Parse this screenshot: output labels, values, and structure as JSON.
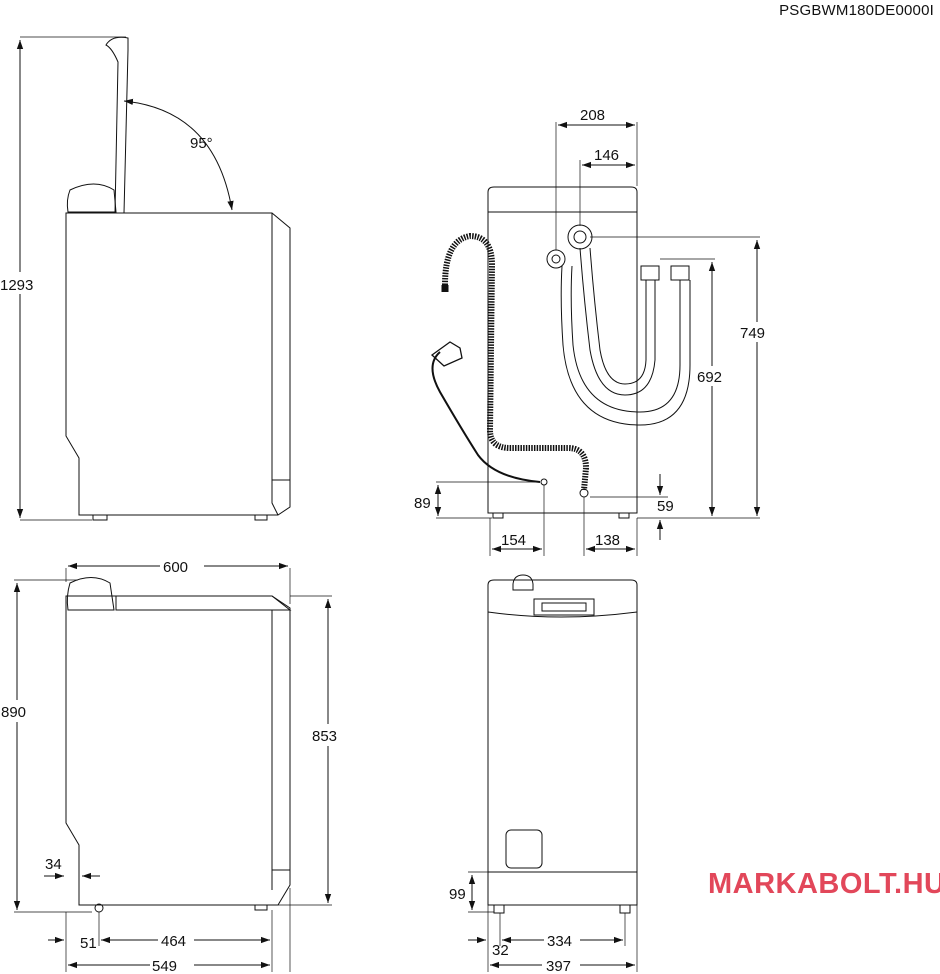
{
  "model_code": "PSGBWM180DE0000I",
  "brand": {
    "name": "MARKABOLT",
    "tld": "HU",
    "color": "#e2475a"
  },
  "colors": {
    "line": "#111111",
    "fill": "#ffffff"
  },
  "dimensions": {
    "open_height": "1293",
    "lid_angle": "95°",
    "depth_top": "600",
    "height_total": "890",
    "height_body": "853",
    "foot_offset": "34",
    "rear_offset": "51",
    "foot_span_side": "464",
    "depth_body": "549",
    "hose_span_outer": "208",
    "hose_span_inner": "146",
    "inlet_height": "749",
    "drain_height": "692",
    "cable_height": "89",
    "cable_offset": "154",
    "drain_offset": "138",
    "drain_bottom": "59",
    "front_low": "99",
    "front_offset": "32",
    "foot_span_front": "334",
    "width_front": "397"
  }
}
